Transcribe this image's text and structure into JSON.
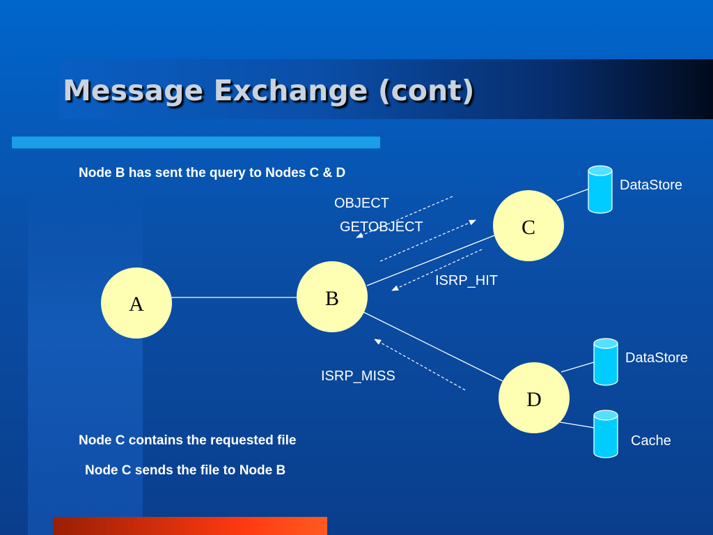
{
  "slide": {
    "title": "Message Exchange (cont)",
    "lines": {
      "query_sent": "Node B has sent the query to Nodes C & D",
      "contains_file": "Node C contains the requested file",
      "sends_file": "Node C sends the file to Node B"
    }
  },
  "diagram": {
    "nodes": {
      "a": "A",
      "b": "B",
      "c": "C",
      "d": "D"
    },
    "messages": {
      "object": "OBJECT",
      "getobject": "GETOBJECT",
      "isrp_hit": "ISRP_HIT",
      "isrp_miss": "ISRP_MISS"
    },
    "stores": {
      "c_datastore": "DataStore",
      "d_datastore": "DataStore",
      "d_cache": "Cache"
    }
  },
  "colors": {
    "background": "#0a4fa8",
    "node_fill": "#ffffb3",
    "cylinder_fill": "#00ccff",
    "accent_bar": "#1a9ee6",
    "bottom_bar": "#ff3a10",
    "text": "#ffffff"
  }
}
